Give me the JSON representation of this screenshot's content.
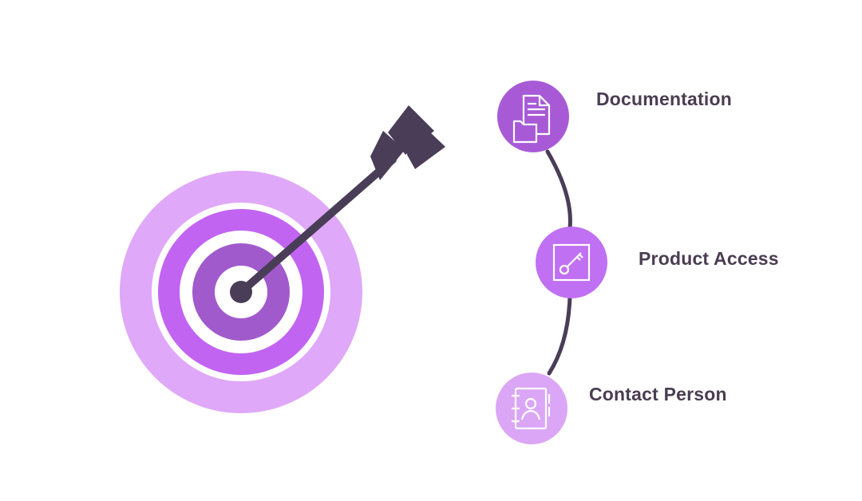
{
  "colors": {
    "ring_outer": "#e0a8f8",
    "ring_middle": "#c264f2",
    "ring_inner": "#a15acc",
    "ring_gap": "#ffffff",
    "arrow": "#4a3d58",
    "connector": "#4a3d58",
    "node_documentation": "#a85ad6",
    "node_product_access": "#c070f2",
    "node_contact_person": "#dba6f6",
    "label_text": "#4a3d52"
  },
  "items": [
    {
      "label": "Documentation",
      "icon": "document-icon"
    },
    {
      "label": "Product Access",
      "icon": "key-icon"
    },
    {
      "label": "Contact Person",
      "icon": "contact-book-icon"
    }
  ]
}
